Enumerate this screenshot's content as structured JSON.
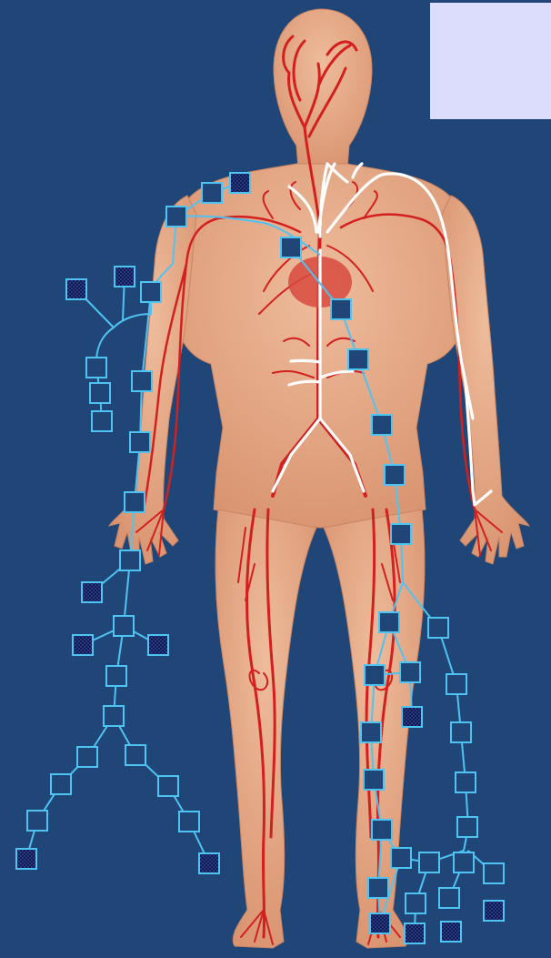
{
  "colors": {
    "background": "#1f4677",
    "panel": "#dcdcfc",
    "skin": "#e6a886",
    "artery": "#d3201e",
    "connector": "#4fc3f2",
    "highlight": "#ffffff"
  },
  "info_panel": {
    "text": ""
  },
  "label_boxes": {
    "count": 55,
    "filled_style": "dark checkered",
    "empty_style": "outlined"
  }
}
